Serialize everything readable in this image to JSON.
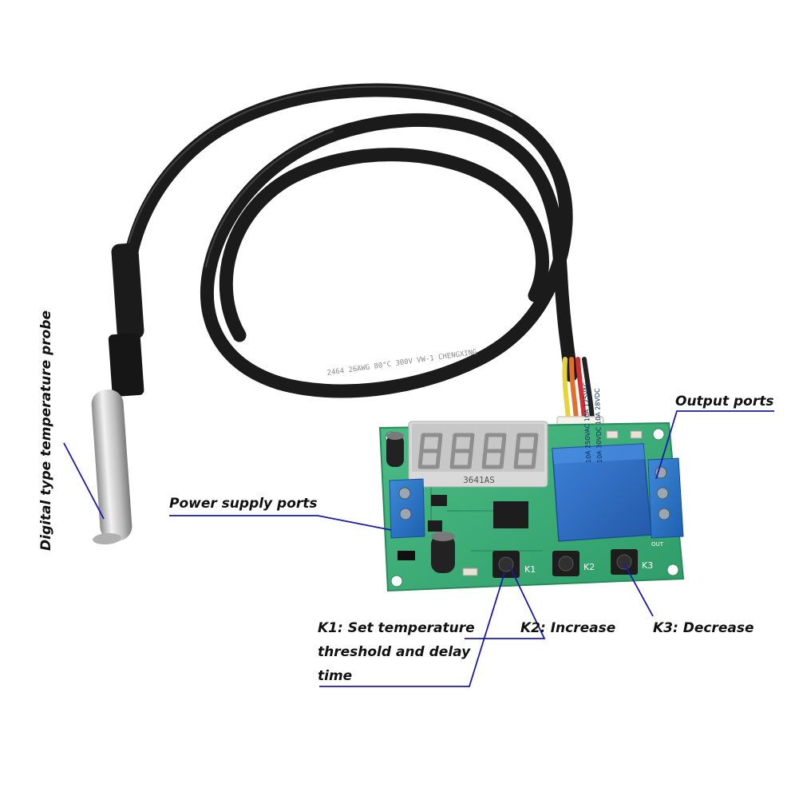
{
  "annotations": {
    "probe": "Digital type temperature probe",
    "power": "Power supply ports",
    "output": "Output ports",
    "k1": [
      "K1: Set temperature",
      "threshold and delay",
      "time"
    ],
    "k2": "K2: Increase",
    "k3": "K3: Decrease"
  },
  "board": {
    "display_part": "3641AS",
    "button_labels": [
      "K1",
      "K2",
      "K3"
    ],
    "out_label": "OUT",
    "relay_text": [
      "10A 250VAC 10A 125VAC",
      "10A 30VDC 10A 28VDC"
    ]
  },
  "cable_print": "2464 26AWG 80°C 300V VW-1 CHENGXING",
  "colors": {
    "cable": "#1b1b1b",
    "pcb": "#3fae7a",
    "relay": "#2e6fc6",
    "terminal": "#2f78c8",
    "leader_lines": "#1a1aa8",
    "probe_metal": "#c8c8c8"
  }
}
